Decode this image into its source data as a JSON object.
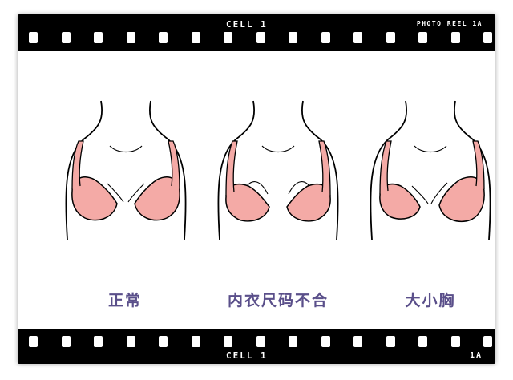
{
  "film": {
    "cell_label": "CELL 1",
    "reel_top": "PHOTO REEL 1A",
    "reel_bottom": "1A"
  },
  "figures": [
    {
      "caption": "正常"
    },
    {
      "caption": "内衣尺码不合"
    },
    {
      "caption": "大小胸"
    }
  ],
  "colors": {
    "film": "#000000",
    "bra_fill": "#f4aaa6",
    "caption": "#5a4f8a"
  }
}
